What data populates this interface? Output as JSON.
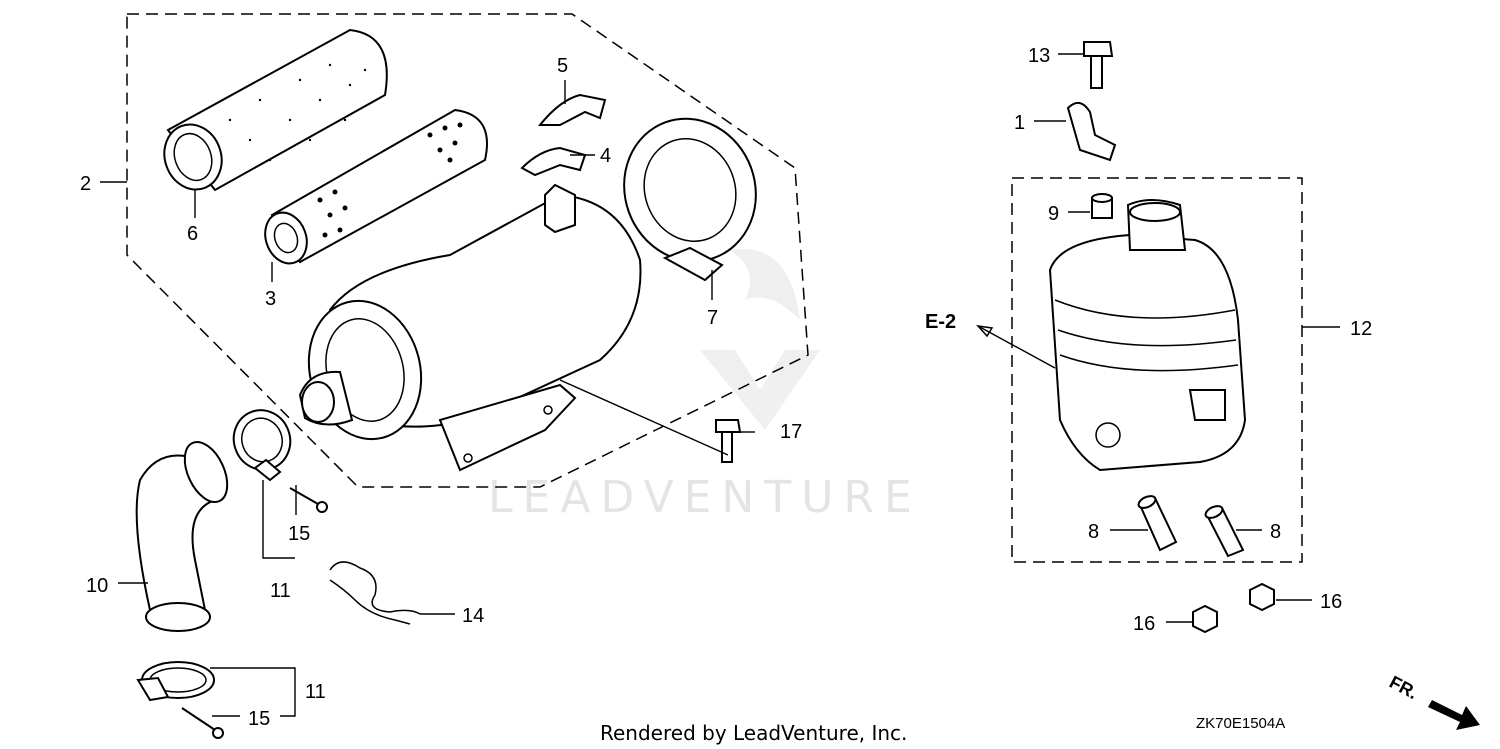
{
  "watermark": "LEADVENTURE",
  "footer": "Rendered by LeadVenture, Inc.",
  "diagram_code": "ZK70E1504A",
  "direction_label": "FR.",
  "reference": "E-2",
  "callouts": {
    "c1": "1",
    "c2": "2",
    "c3": "3",
    "c4": "4",
    "c5": "5",
    "c6": "6",
    "c7": "7",
    "c8a": "8",
    "c8b": "8",
    "c9": "9",
    "c10": "10",
    "c11a": "11",
    "c11b": "11",
    "c12": "12",
    "c13": "13",
    "c14": "14",
    "c15a": "15",
    "c15b": "15",
    "c16a": "16",
    "c16b": "16",
    "c17": "17"
  },
  "colors": {
    "line": "#000000",
    "watermark": "#e4e4e4",
    "background": "#ffffff"
  }
}
